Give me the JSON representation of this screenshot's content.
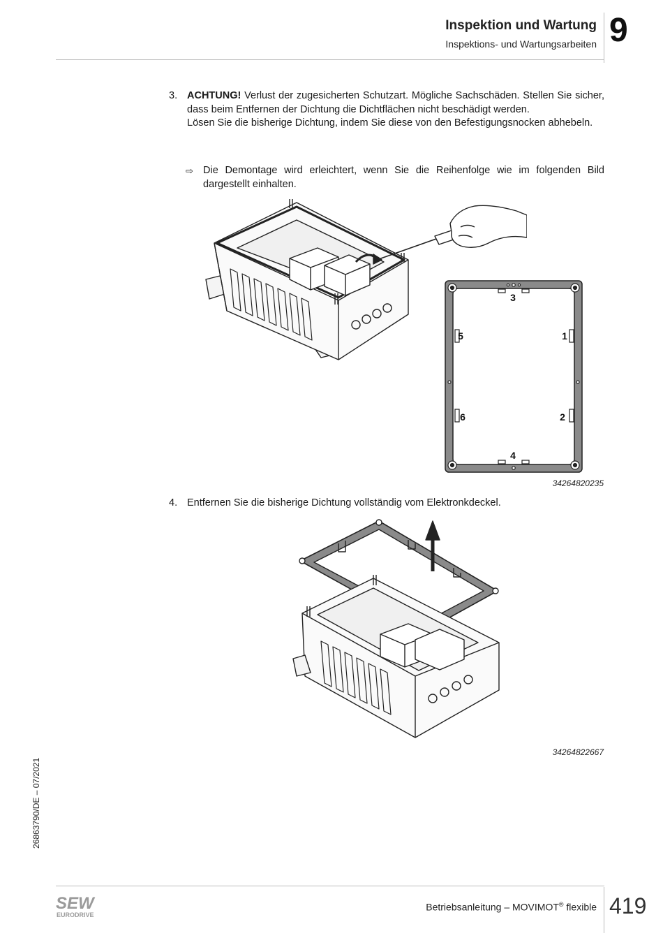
{
  "header": {
    "title": "Inspektion und Wartung",
    "subtitle": "Inspektions- und Wartungsarbeiten",
    "chapter": "9"
  },
  "step3": {
    "number": "3.",
    "warning_label": "ACHTUNG!",
    "warning_text": " Verlust der zugesicherten Schutzart. Mögliche Sachschäden. Stellen Sie sicher, dass beim Entfernen der Dichtung die Dichtflächen nicht beschädigt werden.",
    "instruction": "Lösen Sie die bisherige Dichtung, indem Sie diese von den Befestigungsnocken abhebeln.",
    "hint": "Die Demontage wird erleichtert, wenn Sie die Reihenfolge wie im folgenden Bild dargestellt einhalten."
  },
  "figure1": {
    "id": "34264820235",
    "labels": [
      "3",
      "5",
      "1",
      "6",
      "2",
      "4"
    ]
  },
  "step4": {
    "number": "4.",
    "text": "Entfernen Sie die bisherige Dichtung vollständig vom Elektronkdeckel."
  },
  "figure2": {
    "id": "34264822667"
  },
  "side": {
    "doc_code": "26863790/DE – 07/2021"
  },
  "footer": {
    "doc_title": "Betriebsanleitung – MOVIMOT",
    "registered": "®",
    "doc_title_suffix": " flexible",
    "page_number": "419",
    "logo_top": "SEW",
    "logo_bottom": "EURODRIVE"
  },
  "colors": {
    "text": "#1a1a1a",
    "rule": "#bbbbbb",
    "logo": "#9a9a9a"
  }
}
